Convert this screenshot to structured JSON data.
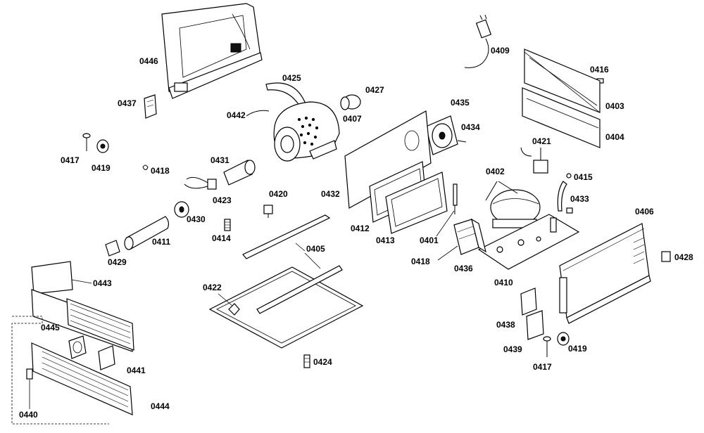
{
  "diagram": {
    "labels": {
      "p0446": "0446",
      "p0425": "0425",
      "p0427": "0427",
      "p0409": "0409",
      "p0416a": "0416",
      "p0403": "0403",
      "p0404": "0404",
      "p0437": "0437",
      "p0442": "0442",
      "p0407": "0407",
      "p0435": "0435",
      "p0434": "0434",
      "p0421": "0421",
      "p0417a": "0417",
      "p0419a": "0419",
      "p0418a": "0418",
      "p0431": "0431",
      "p0402": "0402",
      "p0415": "0415",
      "p0432": "0432",
      "p0423": "0423",
      "p0420": "0420",
      "p0433": "0433",
      "p0406": "0406",
      "p0430": "0430",
      "p0412": "0412",
      "p0413": "0413",
      "p0401": "0401",
      "p0414": "0414",
      "p0405": "0405",
      "p0411": "0411",
      "p0418b": "0418",
      "p0436": "0436",
      "p0410": "0410",
      "p0428": "0428",
      "p0429": "0429",
      "p0443": "0443",
      "p0422": "0422",
      "p0438": "0438",
      "p0445": "0445",
      "p0441": "0441",
      "p0439": "0439",
      "p0419b": "0419",
      "p0424": "0424",
      "p0417b": "0417",
      "p0440": "0440",
      "p0444": "0444"
    }
  }
}
